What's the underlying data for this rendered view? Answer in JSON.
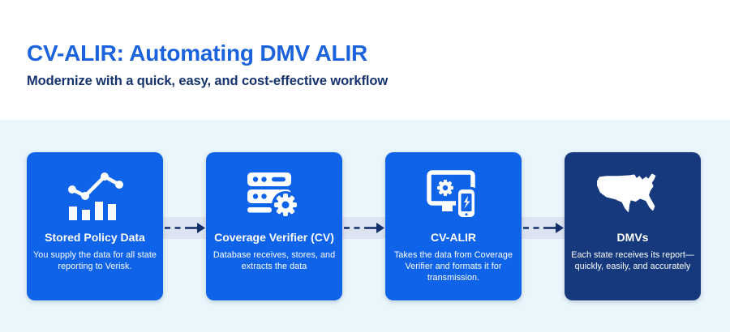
{
  "header": {
    "title": "CV-ALIR: Automating DMV ALIR",
    "subtitle": "Modernize with a quick, easy, and cost-effective workflow"
  },
  "workflow": {
    "steps": [
      {
        "title": "Stored Policy Data",
        "description": "You supply the data for all state reporting to Verisk.",
        "icon": "trend-bar-chart-icon"
      },
      {
        "title": "Coverage Verifier (CV)",
        "description": "Database receives, stores, and extracts the data",
        "icon": "server-gear-icon"
      },
      {
        "title": "CV-ALIR",
        "description": "Takes the data from Coverage Verifier and formats it for transmission.",
        "icon": "device-sync-icon"
      },
      {
        "title": "DMVs",
        "description": "Each state receives its report—quickly, easily, and accurately",
        "icon": "usa-map-icon"
      }
    ]
  },
  "colors": {
    "title_blue": "#1b63dd",
    "subtitle_navy": "#16336e",
    "card_blue": "#0e63e9",
    "card_dark_navy": "#15397c",
    "section_bg": "#e9f6fc",
    "connector_band": "#dce4f1",
    "arrow_navy": "#14306b",
    "icon_white": "#ffffff"
  }
}
